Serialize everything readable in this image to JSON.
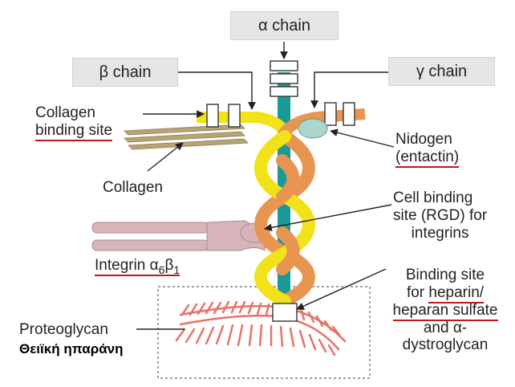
{
  "chains": {
    "alpha": "α chain",
    "beta": "β chain",
    "gamma": "γ chain"
  },
  "labels": {
    "collagen_binding_line1": "Collagen",
    "collagen_binding_line2": "binding site",
    "collagen": "Collagen",
    "integrin_text": "Integrin α",
    "integrin_sub1": "6",
    "integrin_beta": "β",
    "integrin_sub2": "1",
    "proteoglycan": "Proteoglycan",
    "proteoglycan_greek": "Θειϊκή ηπαράνη",
    "nidogen_line1": "Nidogen",
    "nidogen_line2": "(entactin)",
    "cell_binding_line1": "Cell binding",
    "cell_binding_line2": "site (RGD) for",
    "cell_binding_line3": "integrins",
    "heparin_line1": "Binding site",
    "heparin_line2_prefix": "for ",
    "heparin_line2_underlined": "heparin/",
    "heparin_line3": "heparan sulfate",
    "heparin_line4": "and α-",
    "heparin_line5": "dystroglycan"
  },
  "colors": {
    "alpha_chain": "#1a9a96",
    "beta_chain": "#f2e21a",
    "gamma_chain": "#e89552",
    "collagen": "#b9a374",
    "integrin": "#d7b4b9",
    "nidogen": "#aad6cc",
    "proteoglycan": "#e67369",
    "underline": "#c01818"
  }
}
